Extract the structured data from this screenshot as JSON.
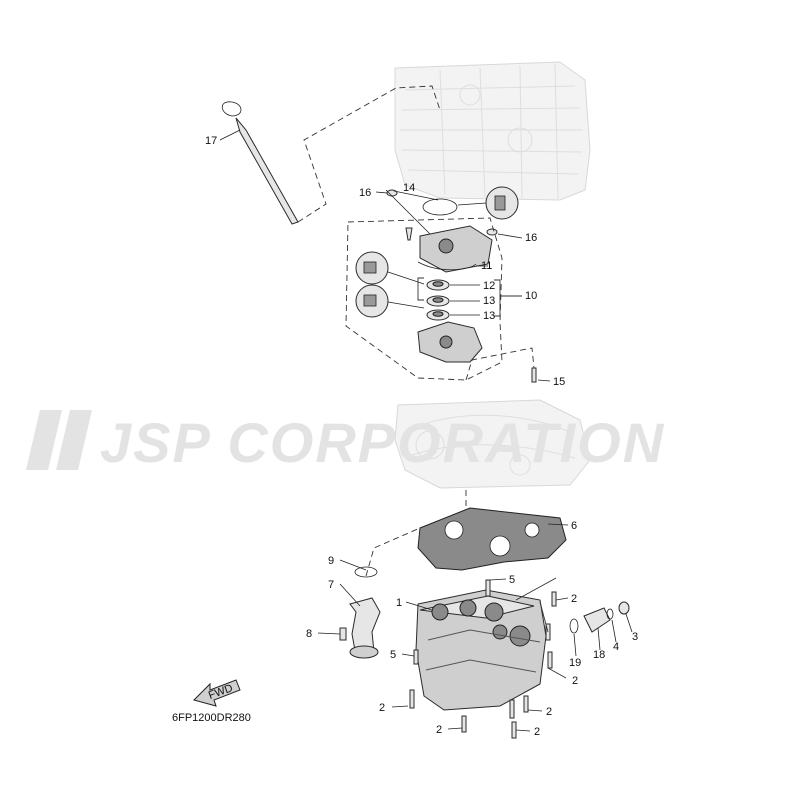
{
  "diagram": {
    "callouts": [
      "17",
      "16",
      "14",
      "16",
      "11",
      "12",
      "13",
      "13",
      "10",
      "15",
      "6",
      "9",
      "5",
      "7",
      "1",
      "2",
      "8",
      "5",
      "19",
      "18",
      "4",
      "3",
      "2",
      "2",
      "2",
      "2",
      "2"
    ],
    "drawing_code": "6FP1200DR280",
    "watermark": "JSP CORPORATION",
    "fwd_label": "FWD"
  }
}
